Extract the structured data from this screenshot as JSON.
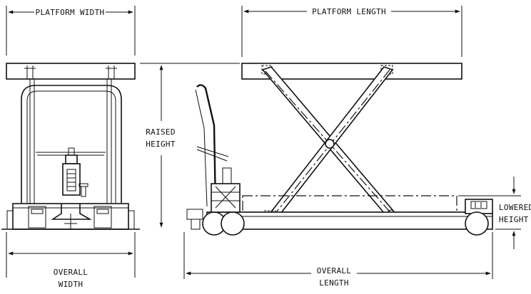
{
  "dimensions": {
    "platform_width": "PLATFORM WIDTH",
    "platform_length": "PLATFORM LENGTH",
    "raised_height_line1": "RAISED",
    "raised_height_line2": "HEIGHT",
    "lowered_height_line1": "LOWERED",
    "lowered_height_line2": "HEIGHT",
    "overall_width_line1": "OVERALL",
    "overall_width_line2": "WIDTH",
    "overall_length_line1": "OVERALL",
    "overall_length_line2": "LENGTH"
  },
  "colors": {
    "ink": "#111111",
    "paper": "#ffffff"
  }
}
